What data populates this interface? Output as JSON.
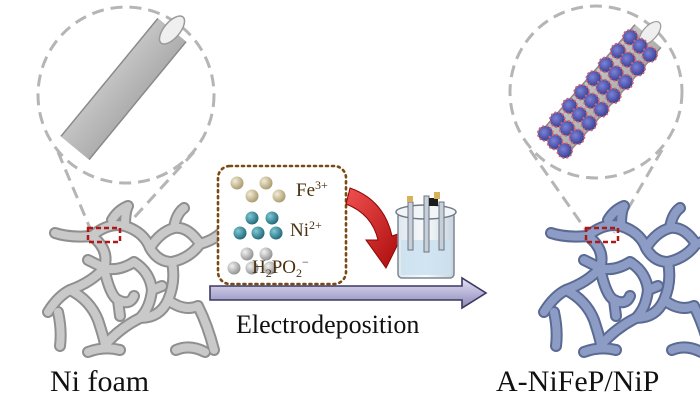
{
  "labels": {
    "left": "Ni foam",
    "right": "A-NiFeP/NiP",
    "arrow": "Electrodeposition"
  },
  "ions": {
    "fe": {
      "base": "Fe",
      "sup": "3+"
    },
    "ni": {
      "base": "Ni",
      "sup": "2+"
    },
    "hypophosphite": {
      "a": "H",
      "sub1": "2",
      "b": "PO",
      "sub2": "2",
      "sup": "−"
    }
  },
  "colors": {
    "foam_plain": "#c9c9c9",
    "foam_plain_edge": "#8f8f8f",
    "foam_coated": "#8d9cc4",
    "foam_coated_edge": "#5b6a93",
    "dashed_circle": "#b5b5b5",
    "box_border": "#7a4a12",
    "highlight_box": "#b01818",
    "fe_sphere": "#c9bb92",
    "ni_sphere": "#2f8fa0",
    "p_sphere": "#b9b9b9",
    "red_arrow": "#d01414",
    "process_arrow": "#b4b1d6",
    "nanosheet_blue": "#4a4fb0",
    "nanosheet_red": "#d0656e"
  }
}
